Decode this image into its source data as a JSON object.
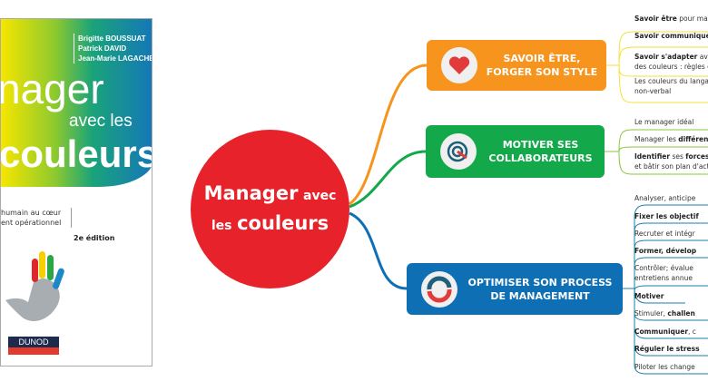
{
  "cover": {
    "authors": [
      "Brigitte BOUSSUAT",
      "Patrick DAVID",
      "Jean-Marie LAGACHE"
    ],
    "title_line1": "nager",
    "title_line2": "avec les",
    "title_line3": "couleurs",
    "subtitle_line1": "humain au cœur",
    "subtitle_line2": "ent opérationnel",
    "edition": "2e édition",
    "publisher": "DUNOD"
  },
  "center": {
    "part1": "Manager",
    "part2": "avec",
    "part3": "les",
    "part4": "couleurs"
  },
  "colors": {
    "center": "#e8222a",
    "orange": "#f7941d",
    "green": "#13a84a",
    "blue": "#0f6fb5"
  },
  "branches": [
    {
      "label1": "SAVOIR ÊTRE,",
      "label2": "FORGER SON STYLE",
      "icon": "heart-icon",
      "leaves": [
        {
          "bold": "Savoir être",
          "text": " pour man"
        },
        {
          "bold": "Savoir communiquer",
          "text": ""
        },
        {
          "bold": "Savoir s'adapter",
          "text": " avec",
          "line2": "des couleurs : règles e"
        },
        {
          "bold": "",
          "text": "Les couleurs du langag",
          "line2": "non-verbal"
        }
      ]
    },
    {
      "label1": "MOTIVER SES",
      "label2": "COLLABORATEURS",
      "icon": "target-icon",
      "leaves": [
        {
          "bold": "",
          "text": "Le manager idéal"
        },
        {
          "bold": "différent",
          "text": "Manager les "
        },
        {
          "bold": "Identifier",
          "text": "  ses ",
          "bold2": "forces",
          "line2": "et bâtir son plan d'acti"
        }
      ]
    },
    {
      "label1": "OPTIMISER SON PROCESS",
      "label2": "DE MANAGEMENT",
      "icon": "cycle-arrows-icon",
      "leaves": [
        {
          "text": "Analyser, anticipe"
        },
        {
          "bold": "Fixer les objectif"
        },
        {
          "text": "Recruter et intégr"
        },
        {
          "bold": "Former, dévelop"
        },
        {
          "text": "Contrôler; évalue",
          "line2": "entretiens annue"
        },
        {
          "bold": "Motiver"
        },
        {
          "text": "Stimuler, ",
          "bold2": "challen"
        },
        {
          "bold": "Communiquer",
          "text": ", c"
        },
        {
          "bold": "Réguler le stress"
        },
        {
          "text": "Piloter les change"
        }
      ]
    }
  ]
}
